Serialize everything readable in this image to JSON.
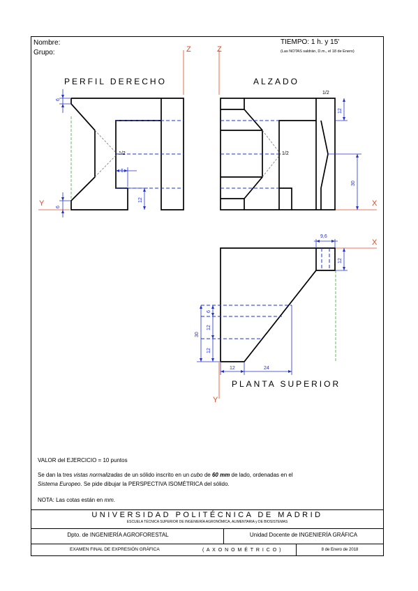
{
  "header": {
    "name_label": "Nombre:",
    "group_label": "Grupo:",
    "time": "TIEMPO: 1 h. y 15'",
    "grades_note": "(Las NOTAS saldrán, D.m., el 18 de Enero)"
  },
  "views": {
    "profile_title": "PERFIL DERECHO",
    "elevation_title": "ALZADO",
    "plan_title": "PLANTA SUPERIOR"
  },
  "axes": {
    "z1": "Z",
    "z2": "Z",
    "y_left": "Y",
    "x_right": "X",
    "x_plan": "X",
    "y_bottom": "Y"
  },
  "dims": {
    "p_6_top": "6",
    "p_6_bottom": "6",
    "p_half": "1/2",
    "p_6_mid": "6",
    "p_12": "12",
    "a_half_top": "1/2",
    "a_12": "12",
    "a_half_mid": "1/2",
    "a_30": "30",
    "pl_96": "9,6",
    "pl_12_right": "12",
    "pl_6": "6",
    "pl_12_a": "12",
    "pl_12_b": "12",
    "pl_30": "30",
    "pl_12_bottom": "12",
    "pl_24": "24"
  },
  "statement": {
    "value": "VALOR del EJERCICIO = 10 puntos",
    "line1_a": "Se dan la tres ",
    "line1_b": "vistas normalizadas",
    "line1_c": " de un sólido inscrito en un ",
    "line1_d": "cubo",
    "line1_e": " de ",
    "line1_f": "60 mm",
    "line1_g": " de lado, ordenadas en el",
    "line2_a": "Sistema Europeo",
    "line2_b": ". Se pide dibujar la PERSPECTIVA ISOMÉTRICA del sólido.",
    "note_a": "NOTA: Las cotas están en ",
    "note_b": "mm",
    "note_c": "."
  },
  "title_block": {
    "university": "UNIVERSIDAD POLITÉCNICA DE MADRID",
    "school": "ESCUELA TÉCNICA SUPERIOR DE INGENIERÍA AGRONÓMICA, ALIMENTARIA y DE BIOSISTEMAS",
    "department": "Dpto. de INGENIERÍA AGROFORESTAL",
    "unit": "Unidad Docente de INGENIERÍA GRÁFICA",
    "exam": "EXAMEN FINAL DE EXPRESIÓN GRÁFICA",
    "exam_type": "( A X O N O M É T R I C O )",
    "date": "8 de Enero de 2018"
  },
  "colors": {
    "axis": "#e0461f",
    "hidden": "#1f2fd0",
    "dimension": "#1f2fd0",
    "construction_green": "#3caa3c",
    "construction_gray": "#777777"
  }
}
